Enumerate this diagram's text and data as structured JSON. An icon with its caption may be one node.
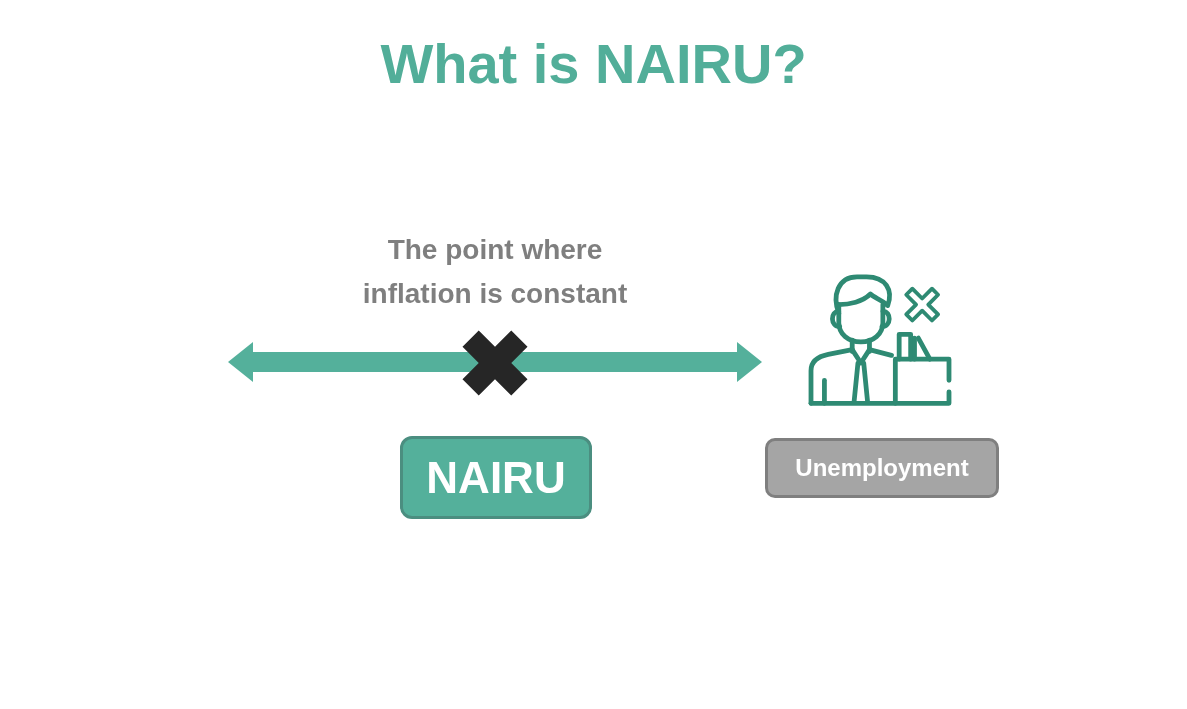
{
  "diagram": {
    "title": "What is NAIRU?",
    "nodes": [
      {
        "text": [
          "NAIRU"
        ]
      },
      {
        "text": [
          "Unemployment"
        ]
      }
    ],
    "labels": [
      "The point where inflation is constant"
    ]
  }
}
